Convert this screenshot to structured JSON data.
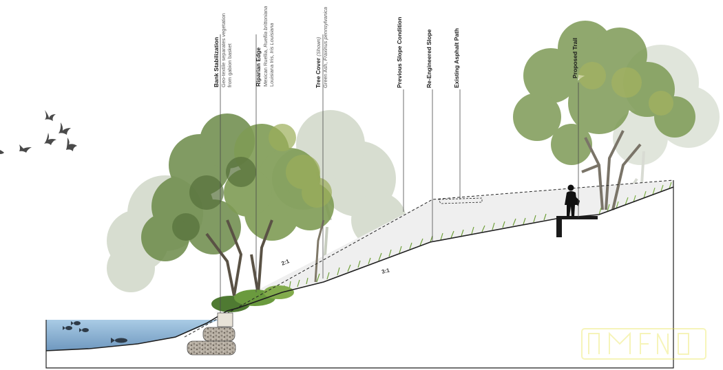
{
  "callouts": {
    "bank_stabilization": {
      "title": "Bank Stabilization",
      "line1": "Geo-textile separates vegetation",
      "line2": "from gabion basket"
    },
    "riparian_edge": {
      "title": "Riparian Edge",
      "line1_a": "Mexican Ruellia, ",
      "line1_b": "Ruellia brittoniana",
      "line2": "Louisiana Iris, ",
      "line2_b": "Iris Louisiana"
    },
    "tree_cover": {
      "title_a": "Tree Cover ",
      "title_b": "(Shown)",
      "line1_a": "Green Ash, ",
      "line1_b": "Fraxinus pennsylvanica"
    },
    "previous_slope": {
      "title": "Previous Slope Condition"
    },
    "reengineered_slope": {
      "title": "Re-Engineered Slope"
    },
    "existing_path": {
      "title": "Existing Asphalt Path"
    },
    "proposed_trail": {
      "title": "Proposed Trail"
    }
  },
  "slopes": {
    "previous": "2:1",
    "new": "3:1"
  },
  "colors": {
    "water": "#9fc3df",
    "grass": "#6f9f3a",
    "tree_dark": "#5d7f3c",
    "tree_light": "#a7b895",
    "ground_line": "#1e1e1e"
  },
  "icons": [
    "bird-icon",
    "fish-icon",
    "person-silhouette-icon",
    "tree-icon",
    "gabion-basket-icon",
    "watermark-logo-icon"
  ]
}
